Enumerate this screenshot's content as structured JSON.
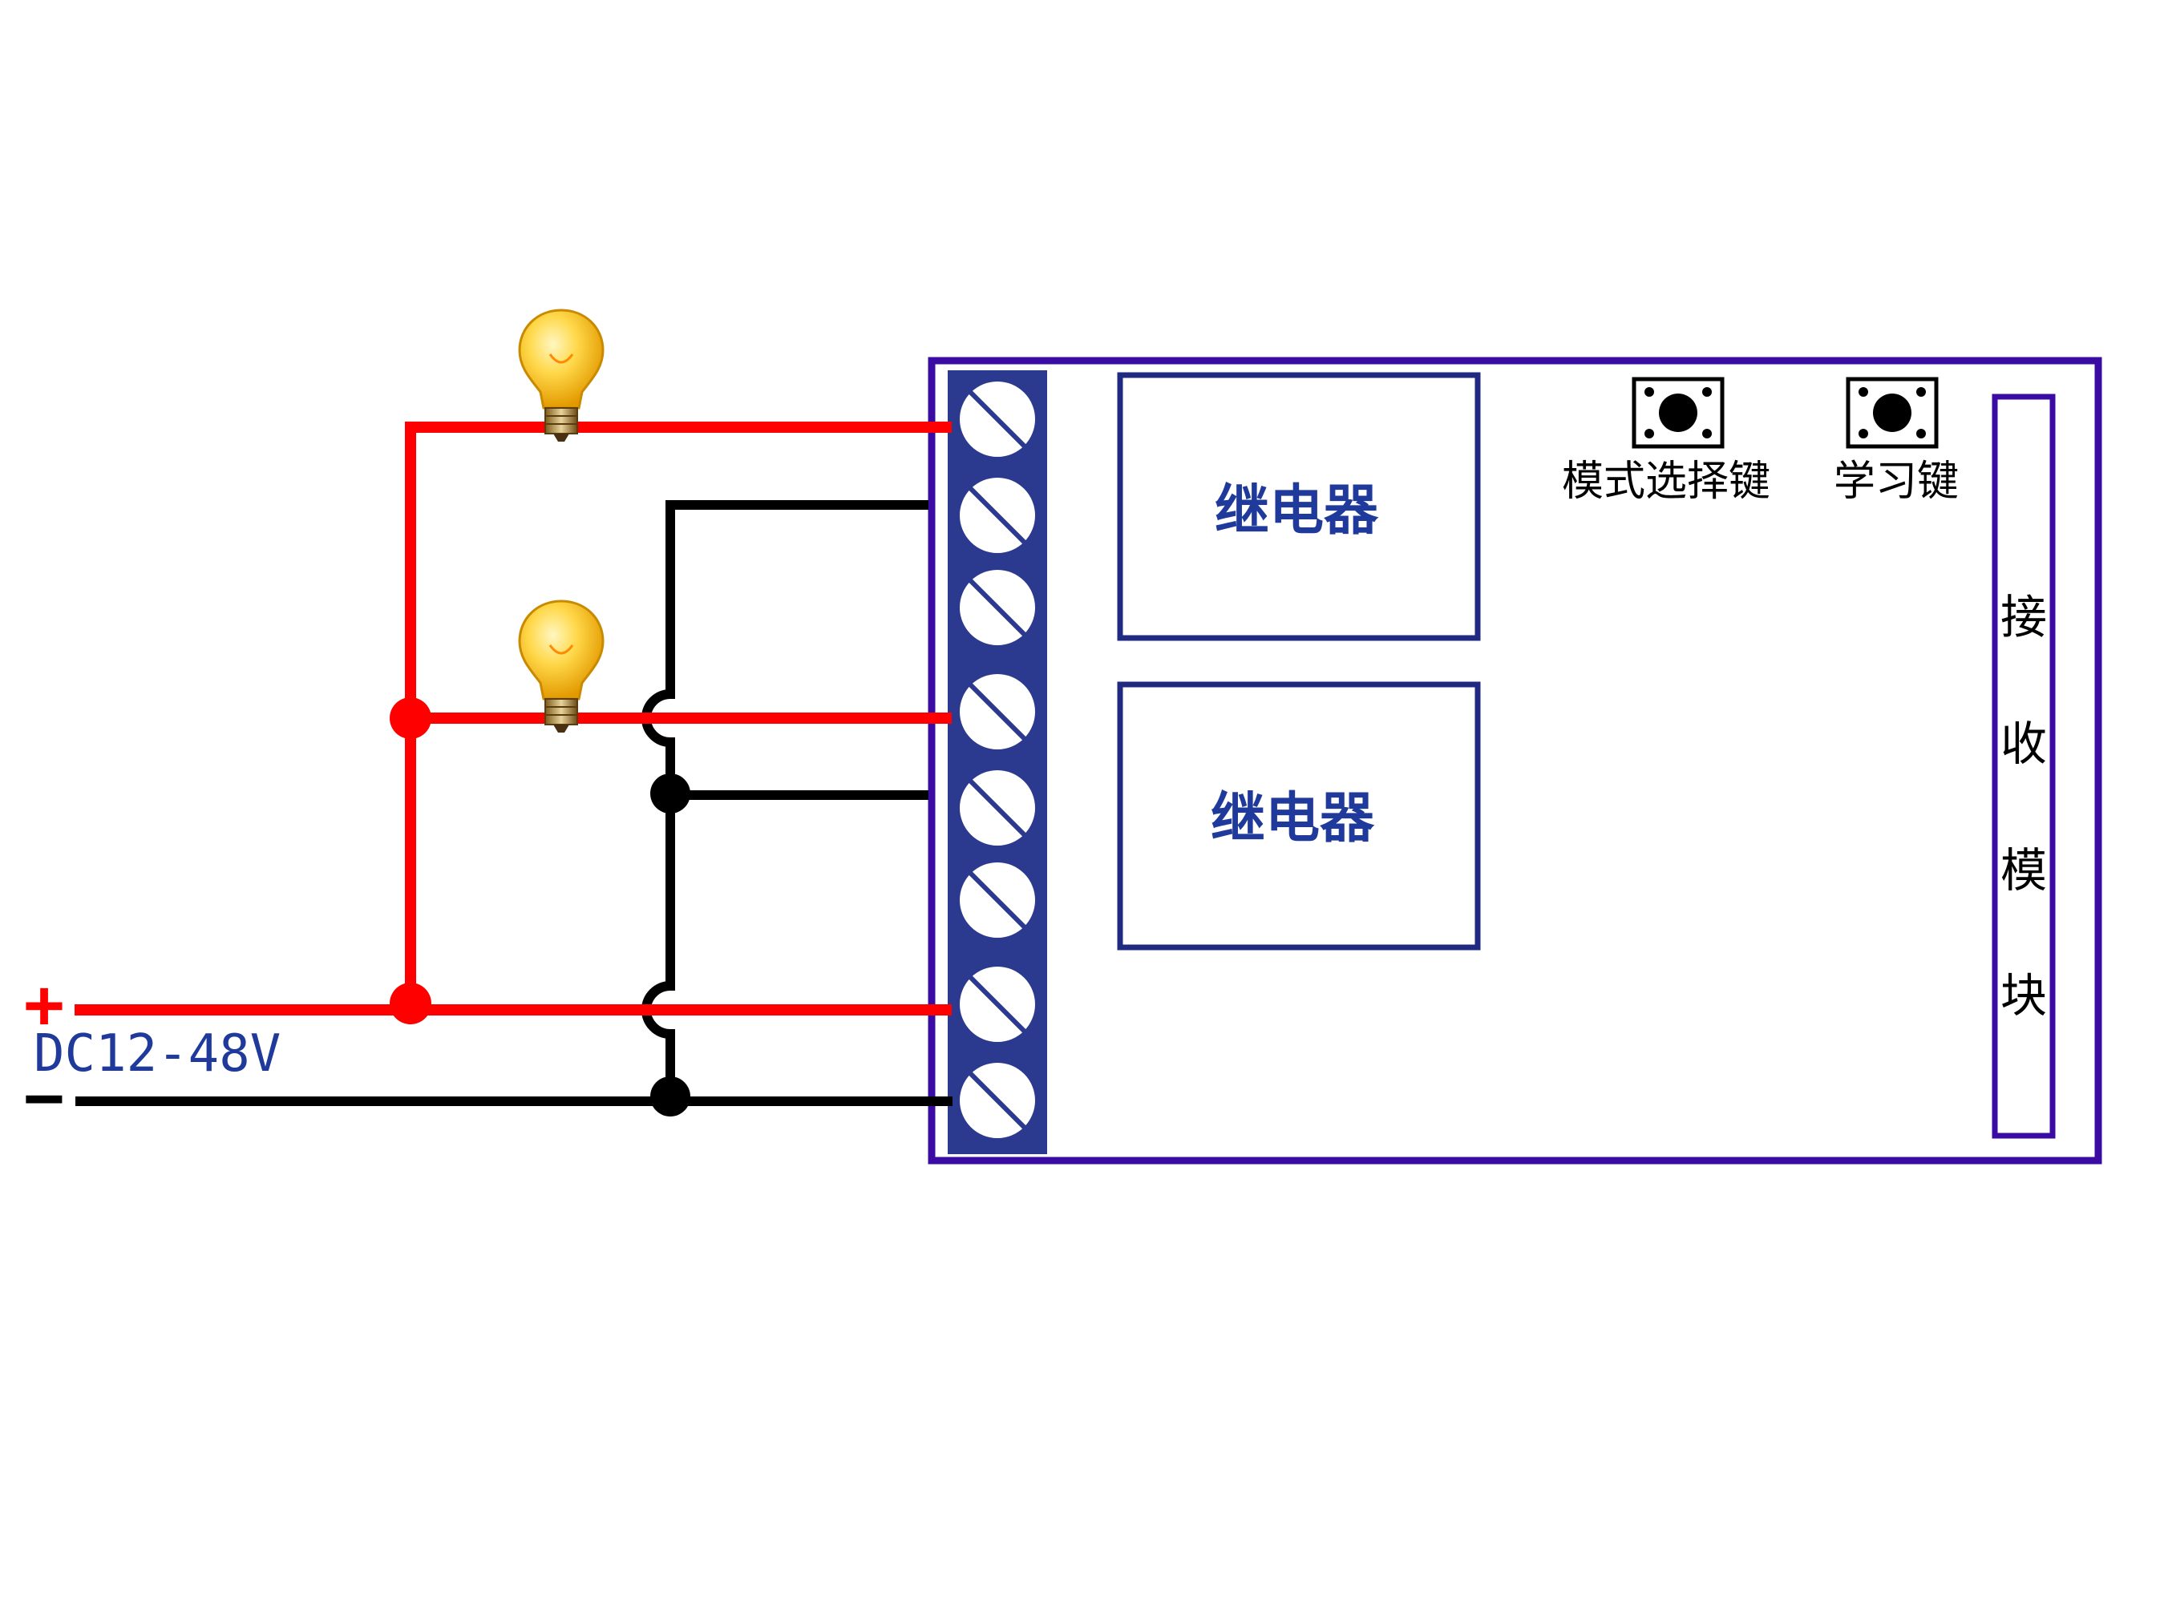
{
  "power": {
    "plus_symbol": "+",
    "minus_symbol": "−",
    "voltage_label": "DC12-48V"
  },
  "relays": [
    {
      "label": "继电器"
    },
    {
      "label": "继电器"
    }
  ],
  "buttons": {
    "mode_select_label": "模式选择键",
    "learn_label": "学习键"
  },
  "receiver_module": {
    "chars": [
      "接",
      "收",
      "模",
      "块"
    ]
  },
  "colors": {
    "positive_wire": "#ff0000",
    "negative_wire": "#000000",
    "board_outline": "#3a0ca3",
    "relay_outline": "#1f2a80",
    "relay_text": "#1f3a9a",
    "voltage_text": "#1f3a9a",
    "terminal_fill": "#2b3a8f",
    "terminal_screw": "#ffffff",
    "bulb": "#f6c21a"
  },
  "icons": [
    "bulb-icon",
    "push-button-icon",
    "terminal-screw-icon",
    "junction-dot-icon"
  ]
}
